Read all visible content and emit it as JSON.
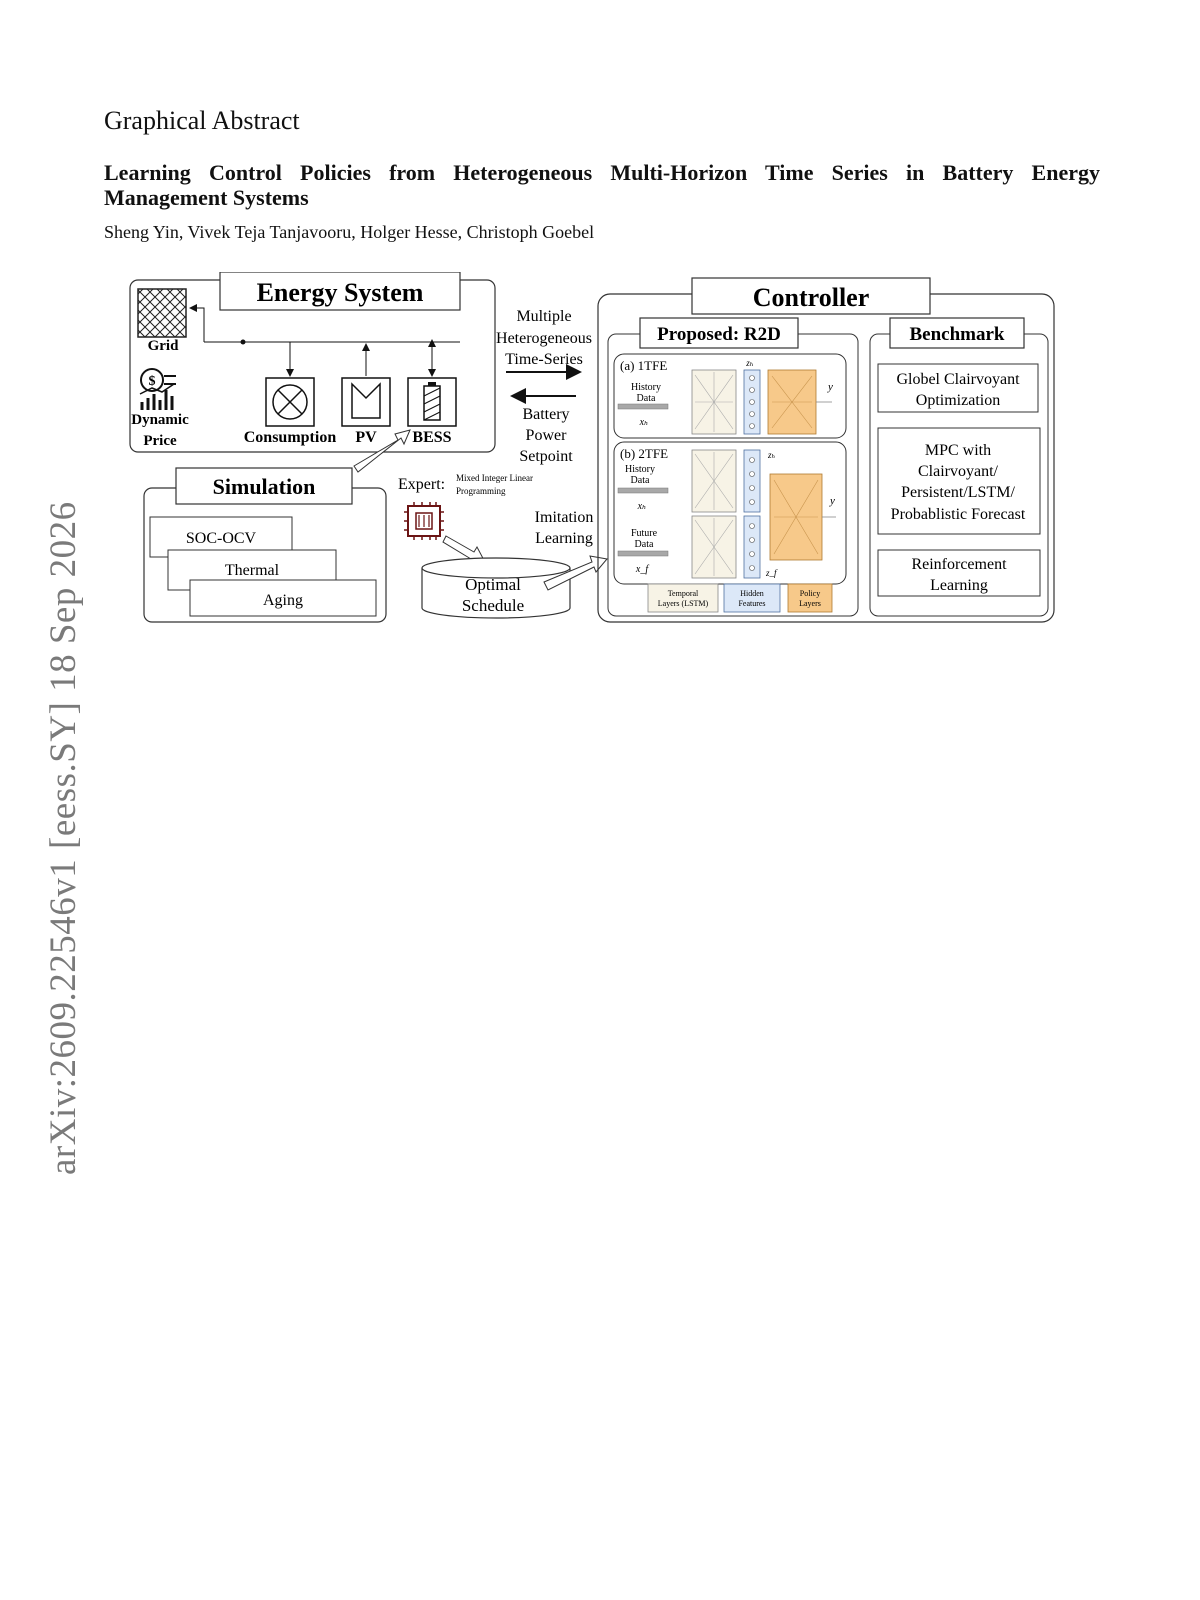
{
  "page": {
    "heading": "Graphical Abstract",
    "title": "Learning Control Policies from Heterogeneous Multi-Horizon Time Series in Battery Energy Management Systems",
    "authors": "Sheng Yin, Vivek Teja Tanjavooru, Holger Hesse, Christoph Goebel",
    "arxiv_stamp": "arXiv:2609.22546v1  [eess.SY]  18 Sep 2026"
  },
  "figure": {
    "energy_system": {
      "title": "Energy System",
      "grid_label": "Grid",
      "price_label_1": "Dynamic",
      "price_label_2": "Price",
      "consumption_label": "Consumption",
      "pv_label": "PV",
      "bess_label": "BESS"
    },
    "simulation": {
      "title": "Simulation",
      "models": [
        "SOC-OCV",
        "Thermal",
        "Aging"
      ]
    },
    "middle": {
      "timeseries_label": [
        "Multiple",
        "Heterogeneous",
        "Time-Series"
      ],
      "setpoint_label": [
        "Battery",
        "Power",
        "Setpoint"
      ],
      "expert_label": "Expert:",
      "expert_method": [
        "Mixed Integer Linear",
        "Programming"
      ],
      "imitation_label": [
        "Imitation",
        "Learning"
      ],
      "schedule_label": [
        "Optimal",
        "Schedule"
      ]
    },
    "controller": {
      "title": "Controller",
      "proposed_title": "Proposed: R2D",
      "onetfe": {
        "label": "(a) 1TFE",
        "input_label": [
          "History",
          "Data"
        ],
        "input_symbol": "xₕ",
        "feature_symbol": "zₕ",
        "output_symbol": "y"
      },
      "twotfe": {
        "label": "(b) 2TFE",
        "history_label": [
          "History",
          "Data"
        ],
        "history_symbol": "xₕ",
        "future_label": [
          "Future",
          "Data"
        ],
        "future_symbol": "x_f",
        "history_feature_symbol": "zₕ",
        "future_feature_symbol": "z_f",
        "output_symbol": "y"
      },
      "legend": [
        {
          "line1": "Temporal",
          "line2": "Layers (LSTM)",
          "color": "#f7f3e6"
        },
        {
          "line1": "Hidden",
          "line2": "Features",
          "color": "#dce8f8"
        },
        {
          "line1": "Policy",
          "line2": "Layers",
          "color": "#f7c98a"
        }
      ],
      "benchmark_title": "Benchmark",
      "benchmarks": [
        [
          "Globel Clairvoyant",
          "Optimization"
        ],
        [
          "MPC with",
          "Clairvoyant/",
          "Persistent/LSTM/",
          "Probablistic  Forecast"
        ],
        [
          "Reinforcement",
          "Learning"
        ]
      ]
    }
  }
}
